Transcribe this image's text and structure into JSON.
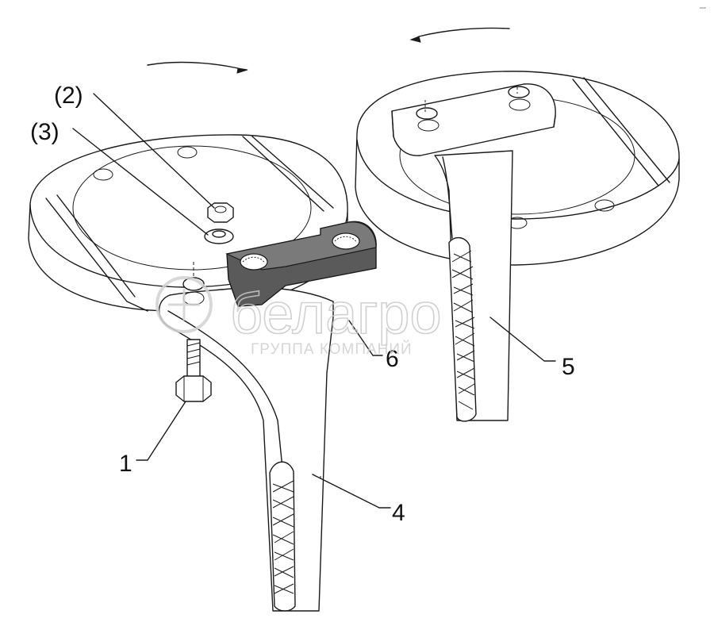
{
  "callouts": {
    "bolt": "1",
    "nut": "(2)",
    "washer": "(3)",
    "left_knife": "4",
    "right_knife": "5",
    "clamp_plate": "6"
  },
  "watermark": {
    "brand": "белагро",
    "subtitle": "ГРУППА КОМПАНИЙ"
  },
  "colors": {
    "line": "#1a1a1a",
    "watermark": "#c9c9c9",
    "plate_fill": "#5a5a5a"
  }
}
